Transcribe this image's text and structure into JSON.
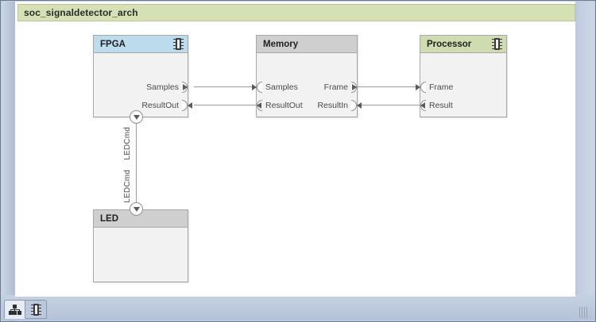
{
  "window": {
    "architecture_title": "soc_signaldetector_arch"
  },
  "blocks": [
    {
      "name": "FPGA",
      "title": "FPGA",
      "header_color": "#bcdcee",
      "has_chip_icon": true,
      "ports_right": [
        {
          "label": "Samples",
          "direction": "out"
        },
        {
          "label": "ResultOut",
          "direction": "in"
        }
      ]
    },
    {
      "name": "Memory",
      "title": "Memory",
      "header_color": "#cfcfcf",
      "has_chip_icon": false,
      "ports_left": [
        {
          "label": "Samples",
          "direction": "in"
        },
        {
          "label": "ResultOut",
          "direction": "in"
        }
      ],
      "ports_right": [
        {
          "label": "Frame",
          "direction": "out"
        },
        {
          "label": "ResultIn",
          "direction": "in"
        }
      ]
    },
    {
      "name": "Processor",
      "title": "Processor",
      "header_color": "#cfdcb0",
      "has_chip_icon": true,
      "ports_left": [
        {
          "label": "Frame",
          "direction": "in"
        },
        {
          "label": "Result",
          "direction": "in"
        }
      ]
    },
    {
      "name": "LED",
      "title": "LED",
      "header_color": "#cfcfcf",
      "has_chip_icon": false
    }
  ],
  "connections": {
    "vertical_labels": [
      "LEDCmd",
      "LEDCmd"
    ]
  },
  "statusbar": {
    "tabs": [
      {
        "icon": "hierarchy-tree-icon",
        "selected": true
      },
      {
        "icon": "chip-icon",
        "selected": false
      }
    ]
  }
}
